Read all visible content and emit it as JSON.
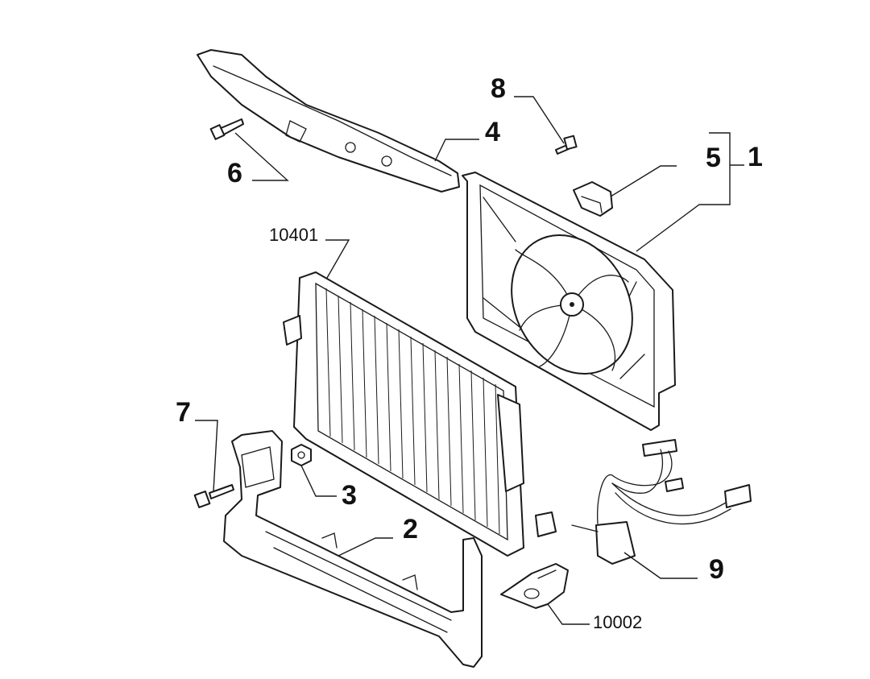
{
  "callouts": {
    "c1": "1",
    "c2": "2",
    "c3": "3",
    "c4": "4",
    "c5": "5",
    "c6": "6",
    "c7": "7",
    "c8": "8",
    "c9": "9",
    "c10401": "10401",
    "c10002": "10002"
  }
}
